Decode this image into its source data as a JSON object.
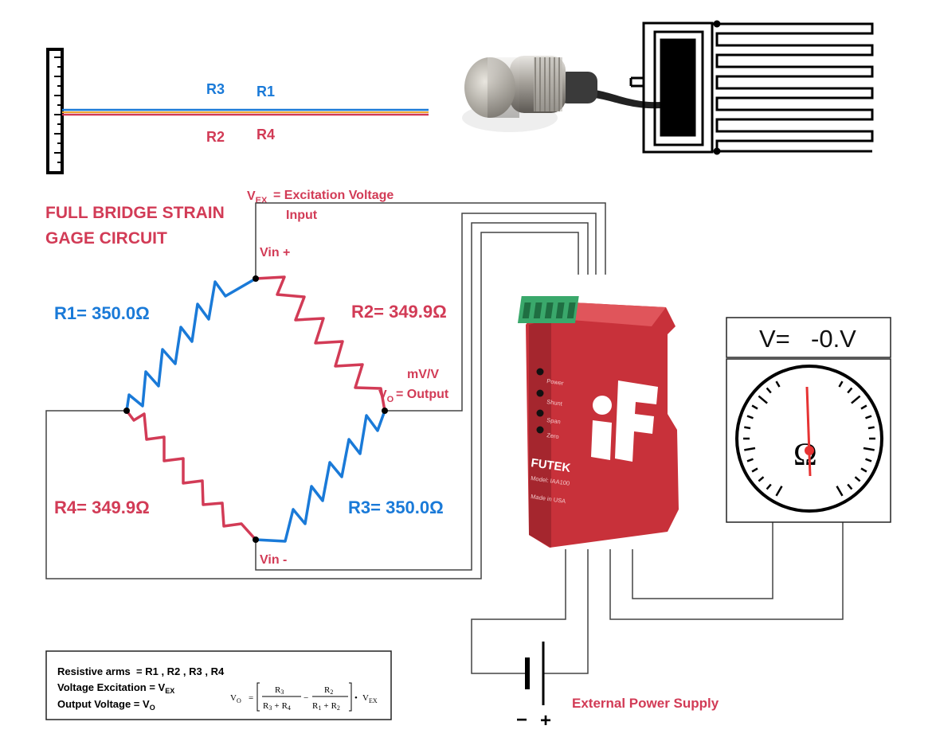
{
  "strain_bar": {
    "r3": "R3",
    "r1": "R1",
    "r2": "R2",
    "r4": "R4"
  },
  "title": {
    "line1": "FULL BRIDGE STRAIN",
    "line2": "GAGE CIRCUIT"
  },
  "excitation": {
    "prefix": "V",
    "sub": "EX",
    "label": "= Excitation Voltage",
    "line2": "Input"
  },
  "nodes": {
    "vin_plus": "Vin +",
    "vin_minus": "Vin -",
    "mvv": "mV/V",
    "vo_prefix": "V",
    "vo_sub": "O",
    "vo_label": "= Output"
  },
  "resistors": {
    "r1": "R1= 350.0Ω",
    "r2": "R2= 349.9Ω",
    "r3": "R3= 350.0Ω",
    "r4": "R4= 349.9Ω"
  },
  "device": {
    "leds": [
      "Power",
      "Shunt",
      "Span",
      "Zero"
    ],
    "brand": "FUTEK",
    "model": "Model: IAA100",
    "origin": "Made in USA"
  },
  "meter": {
    "display_prefix": "V=",
    "display_value": "-0.V",
    "symbol": "Ω"
  },
  "power": {
    "label": "External Power Supply",
    "minus": "−",
    "plus": "+"
  },
  "legend": {
    "line1": "Resistive arms  = R1 , R2 , R3 , R4",
    "line2_prefix": "Voltage Excitation = V",
    "line2_sub": "EX",
    "line3_prefix": "Output Voltage = V",
    "line3_sub": "O",
    "formula": {
      "vo": "V",
      "vo_sub": "O",
      "eq": "=",
      "n1": "R",
      "n1_sub": "3",
      "d1a": "R",
      "d1a_sub": "3",
      "d1plus": "+",
      "d1b": "R",
      "d1b_sub": "4",
      "minus": "−",
      "n2": "R",
      "n2_sub": "2",
      "d2a": "R",
      "d2a_sub": "1",
      "d2plus": "+",
      "d2b": "R",
      "d2b_sub": "2",
      "dot": "•",
      "vex": "V",
      "vex_sub": "EX"
    }
  },
  "colors": {
    "red": "#d23b56",
    "blue": "#1a7ad8",
    "device": "#c8313a"
  }
}
